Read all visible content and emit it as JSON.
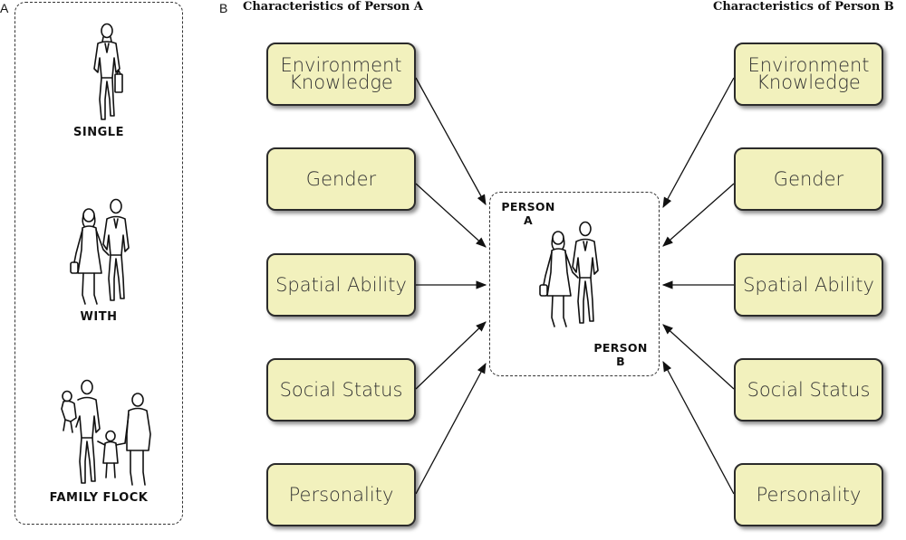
{
  "panel_a": {
    "letter": "A",
    "figures": [
      {
        "label": "SINGLE",
        "icon": "single-walker-icon"
      },
      {
        "label": "WITH",
        "icon": "couple-walking-icon"
      },
      {
        "label": "FAMILY FLOCK",
        "icon": "family-walking-icon"
      }
    ]
  },
  "panel_b": {
    "letter": "B",
    "heading_a": "Characteristics of Person A",
    "heading_b": "Characteristics of Person B",
    "boxes_a": [
      "Environment Knowledge",
      "Gender",
      "Spatial Ability",
      "Social Status",
      "Personality"
    ],
    "boxes_b": [
      "Environment Knowledge",
      "Gender",
      "Spatial Ability",
      "Social Status",
      "Personality"
    ],
    "center": {
      "label_a": "PERSON A",
      "label_b": "PERSON B",
      "icon": "couple-walking-icon"
    }
  }
}
